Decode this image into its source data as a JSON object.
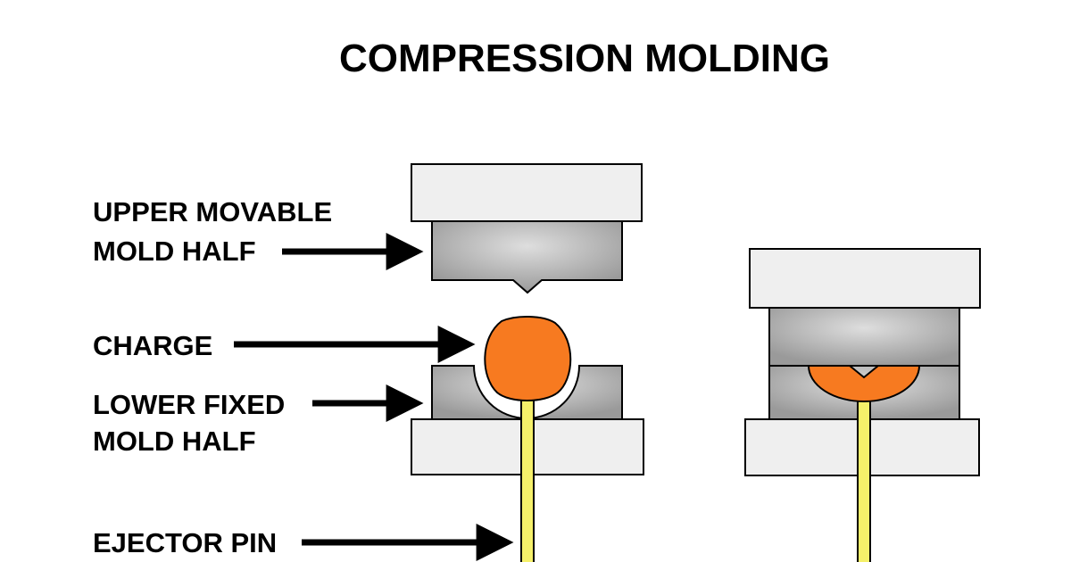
{
  "title": "COMPRESSION MOLDING",
  "labels": {
    "upper_line1": "UPPER MOVABLE",
    "upper_line2": "MOLD HALF",
    "charge": "CHARGE",
    "lower_line1": "LOWER FIXED",
    "lower_line2": "MOLD HALF",
    "ejector": "EJECTOR PIN"
  },
  "colors": {
    "plate": "#efefef",
    "mold_dark": "#9a9a9a",
    "mold_light": "#dcdcdc",
    "charge": "#f77a20",
    "ejector_pin": "#f5f06a",
    "outline": "#000000"
  }
}
